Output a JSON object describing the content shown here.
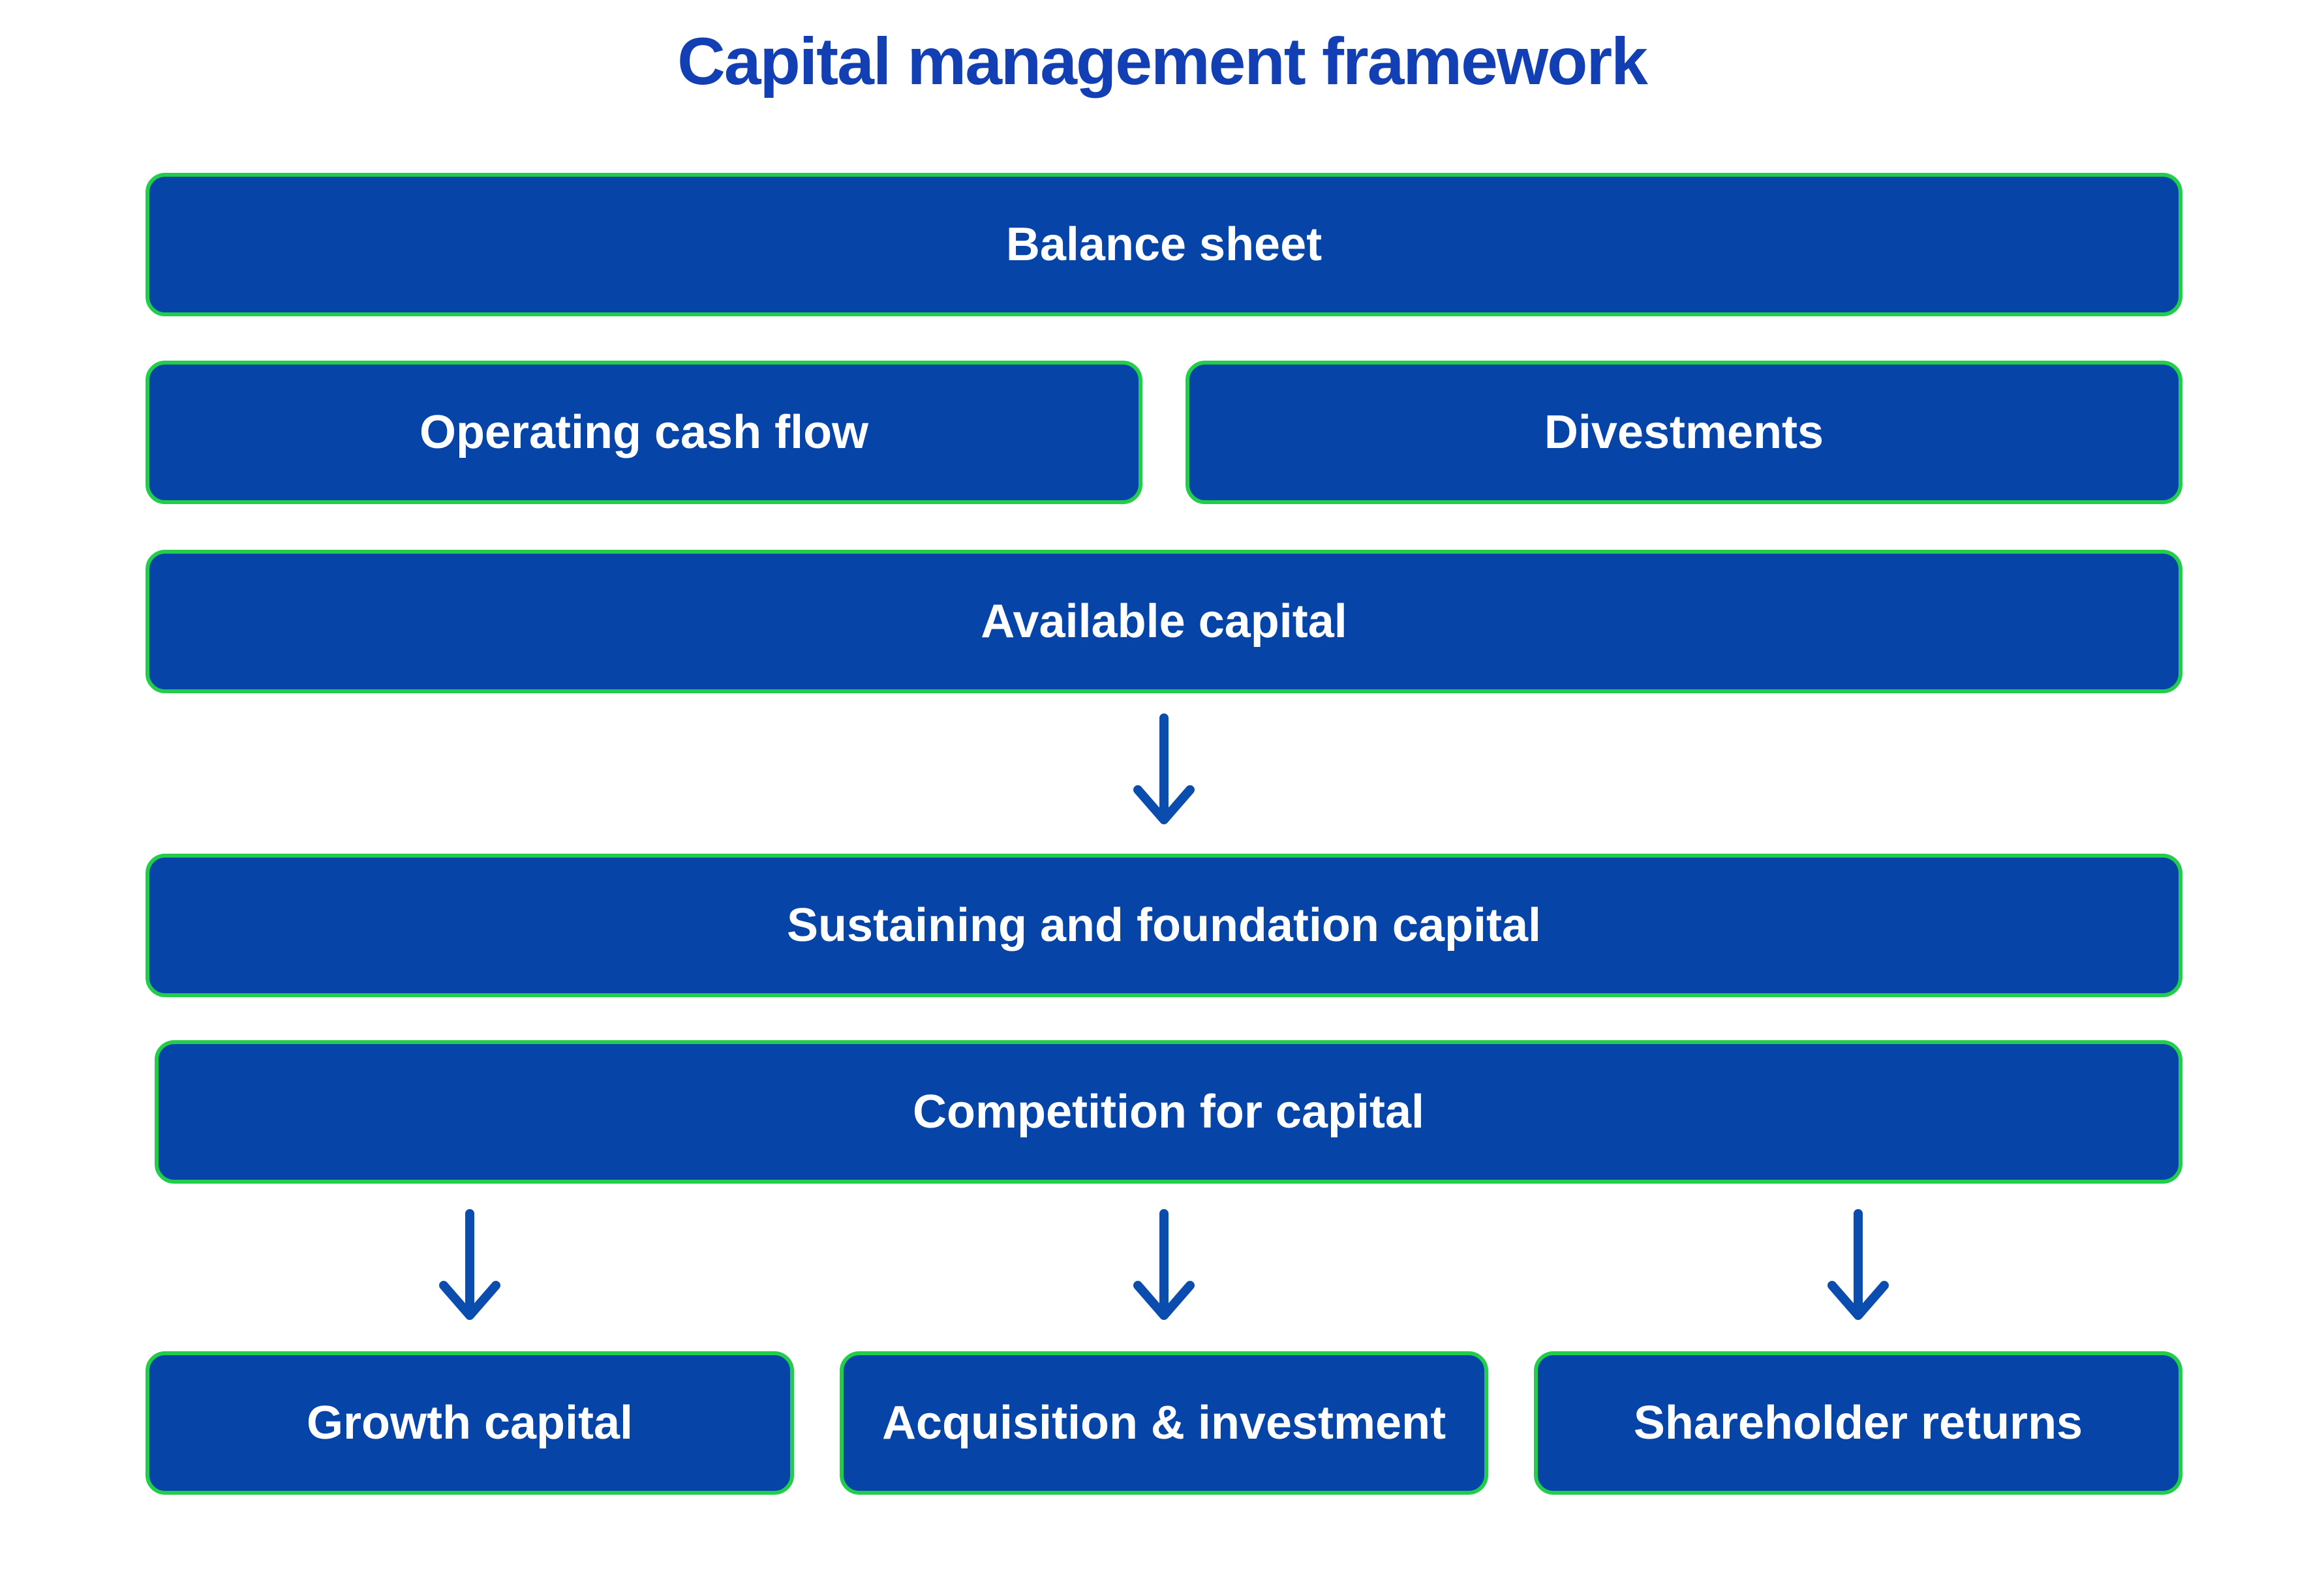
{
  "title": "Capital management framework",
  "boxes": {
    "balance_sheet": "Balance sheet",
    "operating_cash_flow": "Operating cash flow",
    "divestments": "Divestments",
    "available_capital": "Available capital",
    "sustaining_and_foundation_capital": "Sustaining and foundation capital",
    "competition_for_capital": "Competition for capital",
    "growth_capital": "Growth capital",
    "acquisition_and_investment": "Acquisition & investment",
    "shareholder_returns": "Shareholder returns"
  },
  "icons": {
    "down_arrow": "down-arrow-icon"
  },
  "connections": [
    {
      "from": "available_capital",
      "to": "sustaining_and_foundation_capital"
    },
    {
      "from": "competition_for_capital",
      "to": "growth_capital"
    },
    {
      "from": "competition_for_capital",
      "to": "acquisition_and_investment"
    },
    {
      "from": "competition_for_capital",
      "to": "shareholder_returns"
    }
  ],
  "colors": {
    "background": "#FFFFFF",
    "title_text": "#1240B4",
    "box_fill": "#0644A8",
    "box_border": "#22CD4C",
    "box_text": "#FFFFFF",
    "arrow": "#0B4DAF"
  }
}
